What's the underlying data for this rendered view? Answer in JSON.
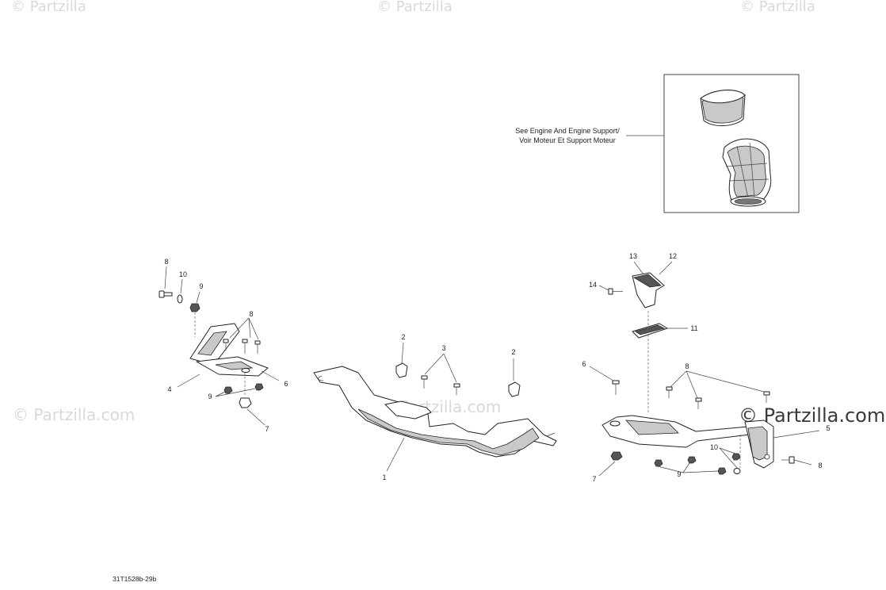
{
  "watermarks": {
    "top_left": "© Partzilla",
    "top_center": "© Partzilla",
    "top_right": "© Partzilla",
    "mid_left": "© Partzilla.com",
    "mid_center": "© Partzilla.com",
    "brand": "© Partzilla.com"
  },
  "reference_note": {
    "line1": "See Engine And Engine Support/",
    "line2": "Voir Moteur Et Support Moteur"
  },
  "callouts": {
    "left_8": "8",
    "left_10": "10",
    "left_9_top": "9",
    "left_8_mid": "8",
    "left_4": "4",
    "left_6": "6",
    "left_9_bottom": "9",
    "left_7": "7",
    "center_2_left": "2",
    "center_3": "3",
    "center_2_right": "2",
    "center_1": "1",
    "right_13": "13",
    "right_12": "12",
    "right_14": "14",
    "right_11": "11",
    "right_6": "6",
    "right_8_top": "8",
    "right_5": "5",
    "right_10": "10",
    "right_8_bottom": "8",
    "right_9": "9",
    "right_7": "7"
  },
  "diagram_code": "31T1528b-29b"
}
